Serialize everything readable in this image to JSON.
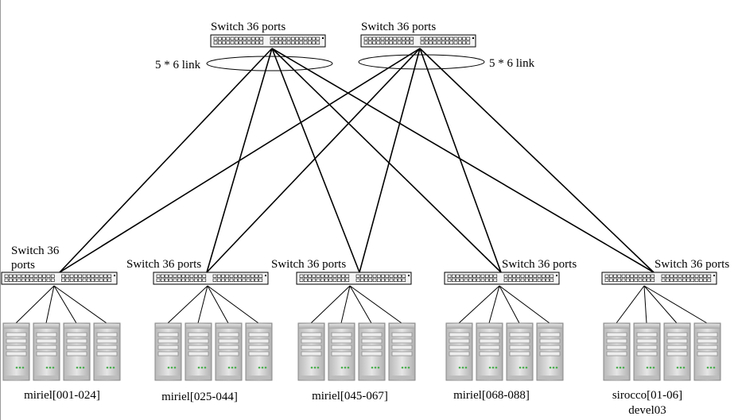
{
  "diagram": {
    "core_switches": [
      {
        "label": "Switch 36 ports",
        "link_label": "5 * 6 link"
      },
      {
        "label": "Switch 36 ports",
        "link_label": "5 * 6 link"
      }
    ],
    "edge_switches": [
      {
        "label_line1": "Switch 36",
        "label_line2": "ports",
        "group_line1": "miriel[001-024]",
        "group_line2": ""
      },
      {
        "label_line1": "Switch 36 ports",
        "label_line2": "",
        "group_line1": "miriel[025-044]",
        "group_line2": ""
      },
      {
        "label_line1": "Switch 36 ports",
        "label_line2": "",
        "group_line1": "miriel[045-067]",
        "group_line2": ""
      },
      {
        "label_line1": "Switch 36 ports",
        "label_line2": "",
        "group_line1": "miriel[068-088]",
        "group_line2": ""
      },
      {
        "label_line1": "Switch 36 ports",
        "label_line2": "",
        "group_line1": "sirocco[01-06]",
        "group_line2": "devel03"
      }
    ],
    "servers_per_switch": 4,
    "colors": {
      "line": "#000000",
      "switch_fill": "#f4f4f4",
      "server_body": "#cfcfcf",
      "led": "#4caf50"
    }
  }
}
